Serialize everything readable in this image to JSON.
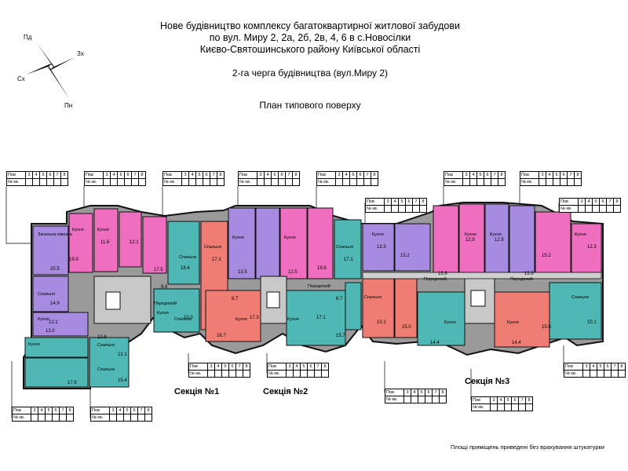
{
  "header": {
    "line1": "Нове будівництво комплексу багатоквартирної житлової забудови",
    "line2": "по вул. Миру 2, 2а, 2б, 2в, 4, 6 в с.Новосілки",
    "line3": "Києво-Святошинського району Київської області",
    "stage": "2-га черга будівництва (вул.Миру 2)",
    "plan_title": "План типового поверху"
  },
  "compass": {
    "nw": "Пд",
    "ne": "Зх",
    "sw": "Сх",
    "se": "Пн"
  },
  "sections": [
    "Секція №1",
    "Секція №2",
    "Секція №3"
  ],
  "footnote": "Площі приміщень приведені без врахування штукатурки",
  "table_labels": {
    "floor": "Пов",
    "apt": "№ кв."
  },
  "floors": [
    "3",
    "4",
    "5",
    "6",
    "7",
    "8"
  ],
  "room_labels": {
    "kitchen": "Кухня",
    "common": "Загальна кімната",
    "bedroom": "Спальня",
    "hall": "Передпокій"
  },
  "colors": {
    "pink": "#f06ec0",
    "purple": "#a78be0",
    "teal": "#4fb8b4",
    "salmon": "#ef7d73",
    "core": "#bdbdbd",
    "wall": "#111111"
  },
  "areas": [
    "20.5",
    "19.9",
    "14.9",
    "12.1",
    "13.0",
    "17.9",
    "12.1",
    "15.4",
    "10.8",
    "11.6",
    "12.1",
    "17.5",
    "18.4",
    "10.0",
    "8.6",
    "17.1",
    "8.7",
    "17.3",
    "16.7",
    "13.5",
    "12.5",
    "19.8",
    "17.1",
    "15.7",
    "17.1",
    "8.7",
    "12.3",
    "15.2",
    "10.1",
    "15.0",
    "14.4",
    "15.9",
    "12.9",
    "12.9",
    "15.9",
    "14.4",
    "15.0",
    "10.1",
    "15.2",
    "12.3"
  ]
}
